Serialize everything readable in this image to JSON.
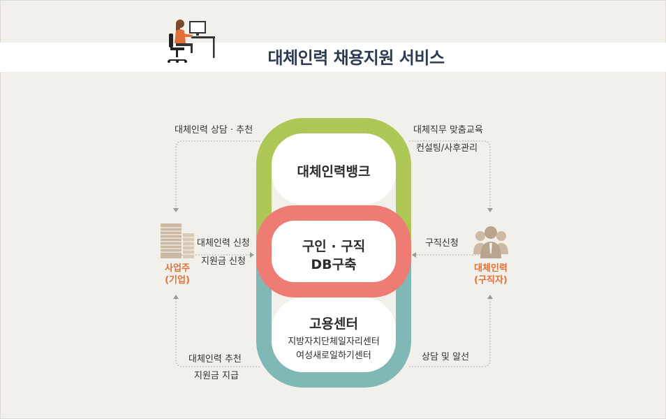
{
  "title": "대체인력 채용지원 서비스",
  "circles": {
    "top": "대체인력뱅크",
    "middle_line1": "구인 · 구직",
    "middle_line2": "DB구축",
    "bottom": "고용센터",
    "bottom_sub1": "지방자치단체일자리센터",
    "bottom_sub2": "여성새로일하기센터"
  },
  "left_entity": {
    "line1": "사업주",
    "line2": "(기업)"
  },
  "right_entity": {
    "line1": "대체인력",
    "line2": "(구직자)"
  },
  "labels": {
    "top_left": "대체인력 상담 · 추천",
    "top_right_1": "대체직무 맞춤교육",
    "top_right_2": "컨설팅/사후관리",
    "mid_left_1": "대체인력 신청",
    "mid_left_2": "지원금 신청",
    "mid_right": "구직신청",
    "bottom_left_1": "대체인력 추천",
    "bottom_left_2": "지원금 지급",
    "bottom_right": "상담 및 알선"
  },
  "colors": {
    "green": "#acc756",
    "red": "#ee7b74",
    "teal": "#7fb8b5",
    "orange": "#e0703a",
    "title": "#2c3a52"
  }
}
